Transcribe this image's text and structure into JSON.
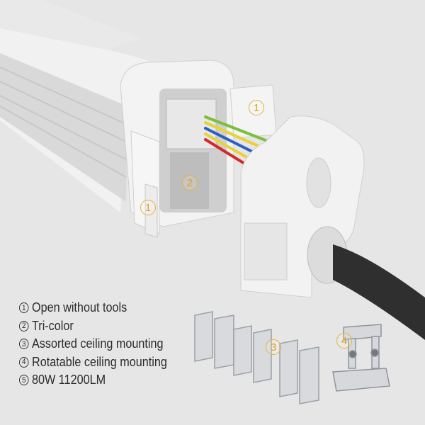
{
  "features": [
    {
      "number": "1",
      "label": "Open without tools"
    },
    {
      "number": "2",
      "label": "Tri-color"
    },
    {
      "number": "3",
      "label": "Assorted ceiling mounting"
    },
    {
      "number": "4",
      "label": "Rotatable ceiling mounting"
    },
    {
      "number": "5",
      "label": "80W 11200LM"
    }
  ],
  "markers": {
    "open_cap": "1",
    "open_clip": "1",
    "tri_color": "2",
    "assorted_mounting": "3",
    "rotatable_mounting": "4"
  },
  "colors": {
    "background": "#e6e6e6",
    "marker": "#e3a21c",
    "wire_green": "#7bbf3a",
    "wire_yellow": "#e8d23a",
    "wire_blue": "#2b5fc8",
    "wire_red": "#d42a2a"
  }
}
